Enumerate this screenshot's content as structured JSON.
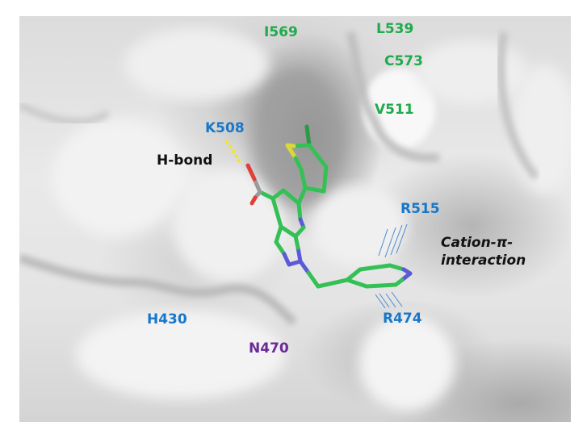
{
  "figure": {
    "type": "protein-ligand binding pocket surface view",
    "background_surface_color": "#e2e2e2",
    "ligand_color": "#35c055"
  },
  "residues": {
    "i569": {
      "label": "I569",
      "color": "#1faa4b",
      "group": "hydrophobic"
    },
    "l539": {
      "label": "L539",
      "color": "#1faa4b",
      "group": "hydrophobic"
    },
    "c573": {
      "label": "C573",
      "color": "#1faa4b",
      "group": "hydrophobic"
    },
    "v511": {
      "label": "V511",
      "color": "#1faa4b",
      "group": "hydrophobic"
    },
    "k508": {
      "label": "K508",
      "color": "#1877c8",
      "group": "basic"
    },
    "r515": {
      "label": "R515",
      "color": "#1877c8",
      "group": "basic"
    },
    "r474": {
      "label": "R474",
      "color": "#1877c8",
      "group": "basic"
    },
    "h430": {
      "label": "H430",
      "color": "#1877c8",
      "group": "basic"
    },
    "n470": {
      "label": "N470",
      "color": "#6a2a9a",
      "group": "polar"
    }
  },
  "interactions": {
    "hbond": {
      "label": "H-bond",
      "style": "yellow dotted line",
      "color": "#f5e61c"
    },
    "cation_pi": {
      "label_line1": "Cation-π-",
      "label_line2": "interaction",
      "style": "parallel blue lines",
      "color": "#4a8ad0"
    }
  },
  "atom_colors": {
    "carbon": "#35c055",
    "nitrogen": "#5a5ad8",
    "oxygen": "#e0403a",
    "sulfur": "#d8d83a",
    "carboxyl_carbon": "#9a9a9a"
  }
}
